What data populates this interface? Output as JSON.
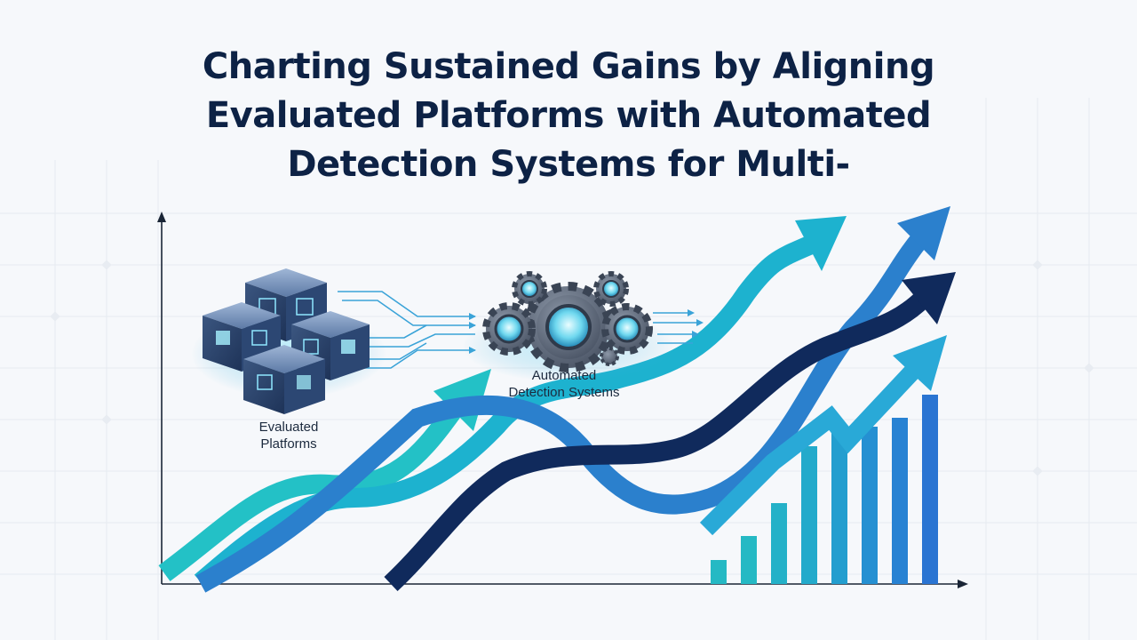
{
  "title": {
    "lines": [
      "Charting Sustained Gains by Aligning",
      "Evaluated Platforms with Automated",
      "Detection Systems for Multi-"
    ]
  },
  "labels": {
    "platforms": [
      "Evaluated",
      "Platforms"
    ],
    "detection": [
      "Automated",
      "Detection Systems"
    ]
  },
  "colors": {
    "background": "#f6f8fb",
    "title": "#0d2245",
    "teal": "#1fbcc6",
    "blue": "#2a84cf",
    "navy": "#0f2a5c",
    "cyan": "#2aa6d8"
  },
  "icons": {
    "platform": "cube-cluster-icon",
    "detection": "gear-cluster-icon"
  }
}
